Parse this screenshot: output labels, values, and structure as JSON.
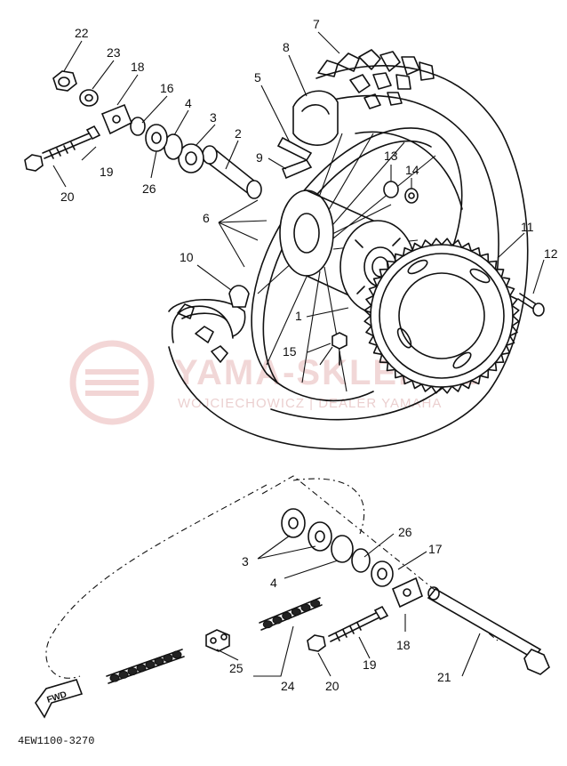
{
  "diagram": {
    "part_code": "4EW1100-3270",
    "watermark": {
      "brand": "YAMA-SKLEP.PL",
      "subline": "WOJCIECHOWICZ | DEALER YAMAHA"
    },
    "direction_label": "FWD",
    "callouts": [
      {
        "id": "c22",
        "text": "22"
      },
      {
        "id": "c23",
        "text": "23"
      },
      {
        "id": "c18a",
        "text": "18"
      },
      {
        "id": "c16",
        "text": "16"
      },
      {
        "id": "c4a",
        "text": "4"
      },
      {
        "id": "c3a",
        "text": "3"
      },
      {
        "id": "c2",
        "text": "2"
      },
      {
        "id": "c8",
        "text": "8"
      },
      {
        "id": "c7",
        "text": "7"
      },
      {
        "id": "c5",
        "text": "5"
      },
      {
        "id": "c9",
        "text": "9"
      },
      {
        "id": "c19a",
        "text": "19"
      },
      {
        "id": "c20a",
        "text": "20"
      },
      {
        "id": "c26a",
        "text": "26"
      },
      {
        "id": "c6",
        "text": "6"
      },
      {
        "id": "c13",
        "text": "13"
      },
      {
        "id": "c14",
        "text": "14"
      },
      {
        "id": "c11",
        "text": "11"
      },
      {
        "id": "c12",
        "text": "12"
      },
      {
        "id": "c10",
        "text": "10"
      },
      {
        "id": "c1",
        "text": "1"
      },
      {
        "id": "c15",
        "text": "15"
      },
      {
        "id": "c26b",
        "text": "26"
      },
      {
        "id": "c17",
        "text": "17"
      },
      {
        "id": "c3b",
        "text": "3"
      },
      {
        "id": "c4b",
        "text": "4"
      },
      {
        "id": "c18b",
        "text": "18"
      },
      {
        "id": "c19b",
        "text": "19"
      },
      {
        "id": "c25",
        "text": "25"
      },
      {
        "id": "c24",
        "text": "24"
      },
      {
        "id": "c20b",
        "text": "20"
      },
      {
        "id": "c21",
        "text": "21"
      }
    ]
  }
}
